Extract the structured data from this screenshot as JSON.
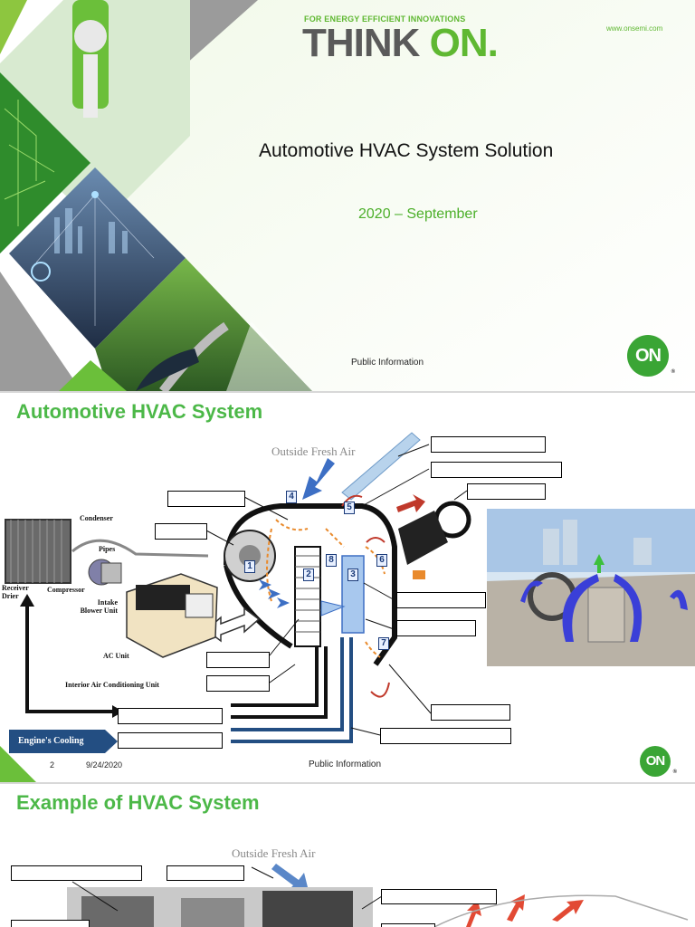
{
  "slide1": {
    "tagline": "FOR ENERGY EFFICIENT INNOVATIONS",
    "brand_part1": "THINK",
    "brand_part2": "ON.",
    "url": "www.onsemi.com",
    "title": "Automotive HVAC System Solution",
    "date": "2020 – September",
    "footer": "Public Information",
    "logo_text": "ON",
    "logo_reg": "®"
  },
  "slide2": {
    "title": "Automotive HVAC System",
    "outside_air": "Outside Fresh Air",
    "parts": {
      "condenser": "Condenser",
      "pipes": "Pipes",
      "receiver": "Receiver Drier",
      "compressor": "Compressor",
      "intake": "Intake Blower Unit",
      "ac_unit": "AC Unit",
      "interior": "Interior Air Conditioning Unit"
    },
    "engine_cooling": "Engine's Cooling",
    "numbers": [
      "1",
      "2",
      "3",
      "4",
      "5",
      "6",
      "7",
      "8"
    ],
    "page_number": "2",
    "date": "9/24/2020",
    "footer": "Public Information",
    "logo_text": "ON",
    "logo_reg": "®"
  },
  "slide3": {
    "title": "Example of HVAC System",
    "outside_air": "Outside Fresh Air"
  },
  "colors": {
    "brand_green": "#4cb848",
    "brand_gray": "#5a5a5a",
    "airflow_blue": "#3d6fc4",
    "heat_red": "#c0392b",
    "engine_navy": "#234e82"
  }
}
